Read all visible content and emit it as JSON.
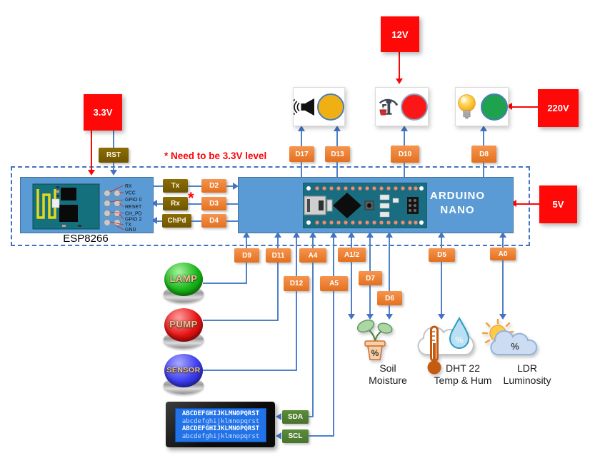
{
  "power": {
    "p33": "3.3V",
    "p12": "12V",
    "p220": "220V",
    "p5": "5V"
  },
  "note": "* Need to be 3.3V level",
  "asterisk": "*",
  "esp": {
    "caption": "ESP8266",
    "rst": "RST",
    "pins": [
      "RX",
      "VCC",
      "GPIO 0",
      "RESET",
      "CH_PD",
      "GPIO 2",
      "TX",
      "GND"
    ]
  },
  "shifter": {
    "tx": "Tx",
    "rx": "Rx",
    "chpd": "ChPd",
    "d2": "D2",
    "d3": "D3",
    "d4": "D4"
  },
  "arduino": {
    "line1": "ARDUINO",
    "line2": "NANO"
  },
  "pins": {
    "d17": "D17",
    "d13": "D13",
    "d10": "D10",
    "d8": "D8",
    "d9": "D9",
    "d11": "D11",
    "d12": "D12",
    "a4": "A4",
    "a5": "A5",
    "a12": "A1/2",
    "d7": "D7",
    "d6": "D6",
    "d5": "D5",
    "a0": "A0"
  },
  "buttons": {
    "lamp": "LAMP",
    "pump": "PUMP",
    "sensor": "SENSOR"
  },
  "lcd": {
    "line1": "ABCDEFGHIJKLMNOPQRST",
    "line2": "abcdefghijklmnopqrst",
    "line3": "ABCDEFGHIJKLMNOPQRST",
    "line4": "abcdefghijklmnopqrst",
    "sda": "SDA",
    "scl": "SCL"
  },
  "sensors": {
    "soil": {
      "line1": "Soil",
      "line2": "Moisture",
      "pct": "%"
    },
    "dht": {
      "line1": "DHT 22",
      "line2": "Temp & Hum",
      "pct": "%"
    },
    "ldr": {
      "line1": "LDR",
      "line2": "Luminosity",
      "pct": "%"
    }
  },
  "colors": {
    "accent_orange": "#ED7D31",
    "accent_blue": "#5B9BD5",
    "wire_blue": "#4472C4",
    "olive": "#7F6000",
    "green": "#538135",
    "red": "#FF0000"
  }
}
